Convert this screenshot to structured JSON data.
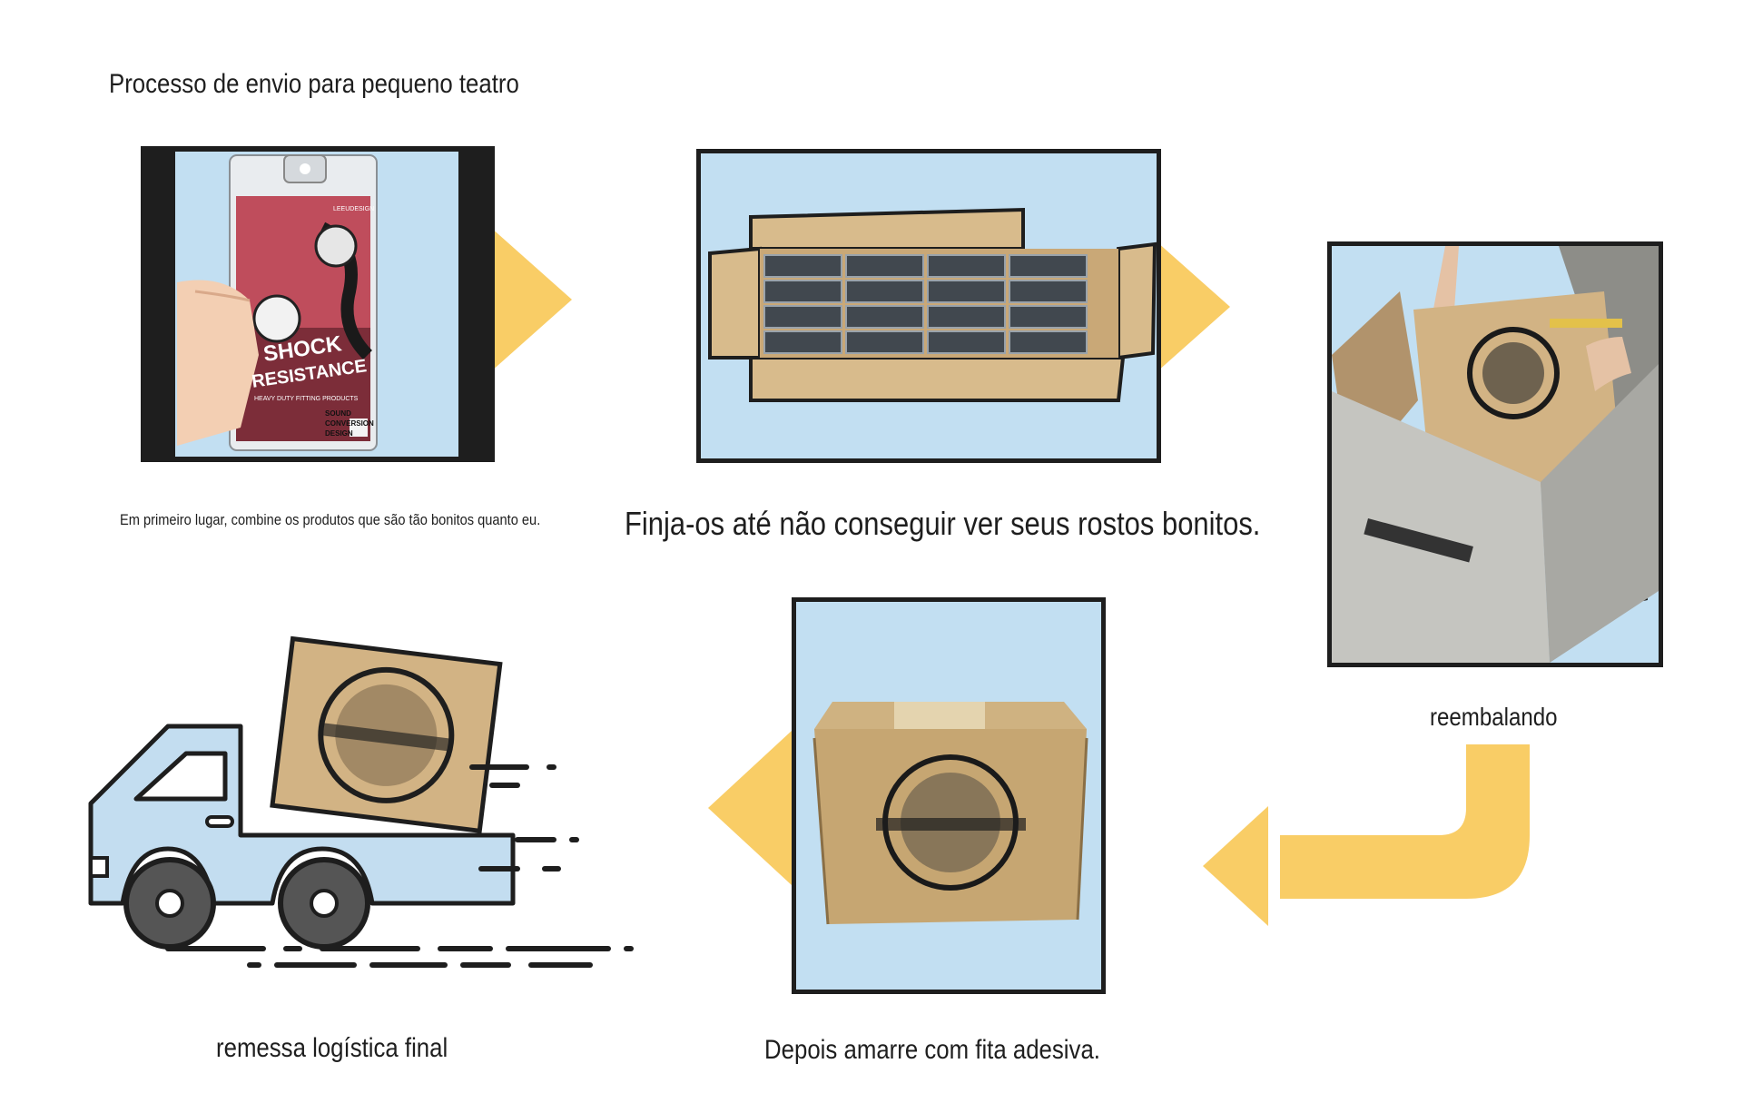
{
  "header": {
    "title": "Processo de envio para pequeno teatro"
  },
  "steps": [
    {
      "id": "combine",
      "caption": "Em primeiro lugar, combine os produtos que são tão bonitos quanto eu.",
      "photo_icon": "product-package-in-hand"
    },
    {
      "id": "box",
      "caption": "Finja-os até não conseguir ver seus rostos bonitos.",
      "photo_icon": "open-box-with-products"
    },
    {
      "id": "repack",
      "caption": "reembalando",
      "photo_icon": "person-repacking-box"
    },
    {
      "id": "tape",
      "caption": "Depois amarre com fita adesiva.",
      "photo_icon": "taped-box"
    },
    {
      "id": "ship",
      "caption": "remessa logística final",
      "photo_icon": "delivery-truck"
    }
  ],
  "package_label": {
    "brand": "LEEUDESIGN",
    "lines": [
      "SHOCK",
      "RESISTANCE",
      "HEAVY DUTY FITTING PRODUCTS",
      "SOUND",
      "CONVERSION",
      "DESIGN"
    ]
  },
  "colors": {
    "arrow": "#f9cd66",
    "frame_bg": "#c2dff2",
    "frame_border": "#1e1e1e",
    "cardboard": "#d2b384",
    "truck": "#c3ddf0"
  }
}
